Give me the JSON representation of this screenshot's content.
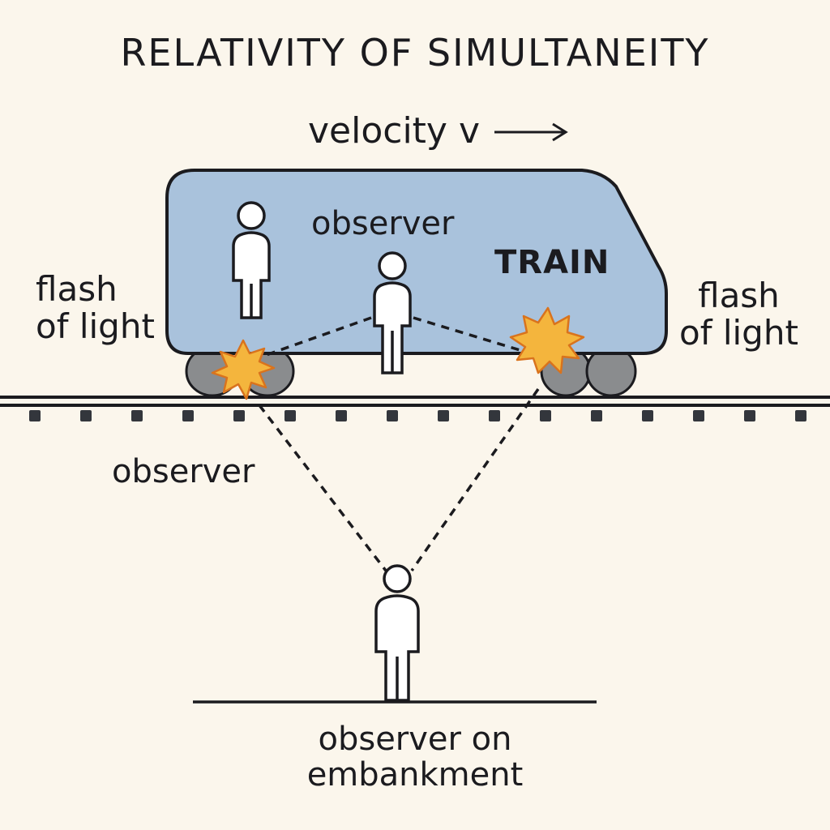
{
  "title": "RELATIVITY OF SIMULTANEITY",
  "labels": {
    "velocity": "velocity v",
    "train": "TRAIN",
    "observer_train": "observer",
    "flash_left": [
      "flash",
      "of light"
    ],
    "flash_right": [
      "flash",
      "of light"
    ],
    "observer_ground": "observer",
    "observer_embankment": [
      "observer on",
      "embankment"
    ]
  },
  "colors": {
    "background": "#fbf6ec",
    "train_body": "#a9c2dc",
    "outline": "#1b1b1f",
    "flash_fill": "#f4b53d",
    "flash_stroke": "#d9731d",
    "wheel": "#8a8c8e"
  },
  "icons": {
    "arrow": "right-arrow-icon",
    "flash": "starburst-icon",
    "person": "stick-figure-icon"
  }
}
